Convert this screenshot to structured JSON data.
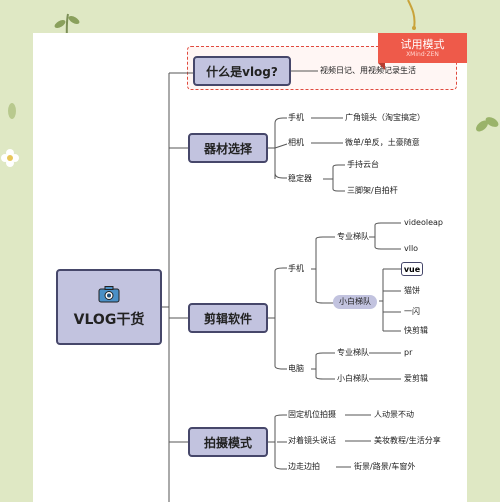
{
  "root": {
    "label": "VLOG干货",
    "icon": "camera-icon"
  },
  "badge": {
    "title": "试用模式",
    "sub": "XMind·ZEN"
  },
  "main_topic": {
    "label": "什么是vlog?",
    "desc": "视频日记、用视频记录生活"
  },
  "equipment": {
    "label": "器材选择",
    "items": [
      {
        "label": "手机",
        "detail": "广角镜头（淘宝搞定）"
      },
      {
        "label": "相机",
        "detail": "微单/单反，土豪随意"
      },
      {
        "label": "稳定器",
        "details": [
          "手持云台",
          "三脚架/自拍杆"
        ]
      }
    ]
  },
  "software": {
    "label": "剪辑软件",
    "phone": {
      "label": "手机",
      "pro": {
        "label": "专业梯队",
        "apps": [
          "videoleap",
          "vllo"
        ]
      },
      "beginner": {
        "label": "小白梯队",
        "apps": [
          "vue",
          "猫饼",
          "一闪",
          "快剪辑"
        ]
      }
    },
    "pc": {
      "label": "电脑",
      "pro": {
        "label": "专业梯队",
        "app": "pr"
      },
      "beginner": {
        "label": "小白梯队",
        "app": "爱剪辑"
      }
    }
  },
  "shooting": {
    "label": "拍摄模式",
    "items": [
      {
        "label": "固定机位拍摄",
        "detail": "人动景不动"
      },
      {
        "label": "对着镜头说话",
        "detail": "美妆教程/生活分享"
      },
      {
        "label": "边走边拍",
        "detail": "街景/路景/车窗外"
      }
    ]
  },
  "colors": {
    "background": "#dfe8c4",
    "node_fill": "#c2c3df",
    "node_border": "#46476a",
    "accent": "#ee5a4a"
  }
}
